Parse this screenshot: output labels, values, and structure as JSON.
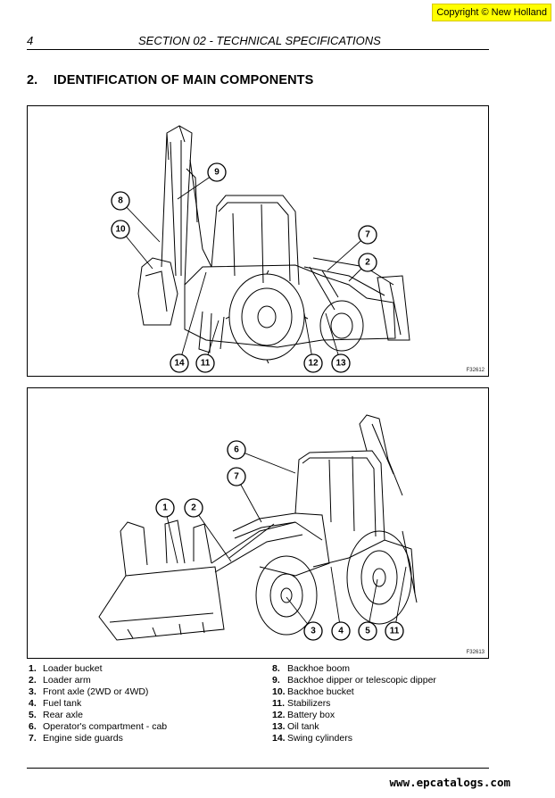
{
  "copyright": "Copyright © New Holland",
  "header": {
    "page_number": "4",
    "section_title": "SECTION 02 - TECHNICAL SPECIFICATIONS"
  },
  "heading": {
    "number": "2.",
    "title": "IDENTIFICATION OF MAIN COMPONENTS"
  },
  "figure1": {
    "code": "F32612",
    "callouts": [
      "9",
      "8",
      "10",
      "7",
      "2",
      "14",
      "11",
      "12",
      "13"
    ]
  },
  "figure2": {
    "code": "F32613",
    "callouts": [
      "6",
      "7",
      "1",
      "2",
      "3",
      "4",
      "5",
      "11"
    ]
  },
  "legend": {
    "left": [
      {
        "num": "1.",
        "text": "Loader bucket"
      },
      {
        "num": "2.",
        "text": "Loader arm"
      },
      {
        "num": "3.",
        "text": "Front axle (2WD or 4WD)"
      },
      {
        "num": "4.",
        "text": "Fuel tank"
      },
      {
        "num": "5.",
        "text": "Rear axle"
      },
      {
        "num": "6.",
        "text": "Operator's compartment - cab"
      },
      {
        "num": "7.",
        "text": "Engine side guards"
      }
    ],
    "right": [
      {
        "num": "8.",
        "text": "Backhoe boom"
      },
      {
        "num": "9.",
        "text": "Backhoe dipper or telescopic dipper"
      },
      {
        "num": "10.",
        "text": "Backhoe bucket"
      },
      {
        "num": "11.",
        "text": "Stabilizers"
      },
      {
        "num": "12.",
        "text": "Battery box"
      },
      {
        "num": "13.",
        "text": "Oil tank"
      },
      {
        "num": "14.",
        "text": "Swing cylinders"
      }
    ]
  },
  "footer": {
    "link_text": "www.epcatalogs.com"
  }
}
